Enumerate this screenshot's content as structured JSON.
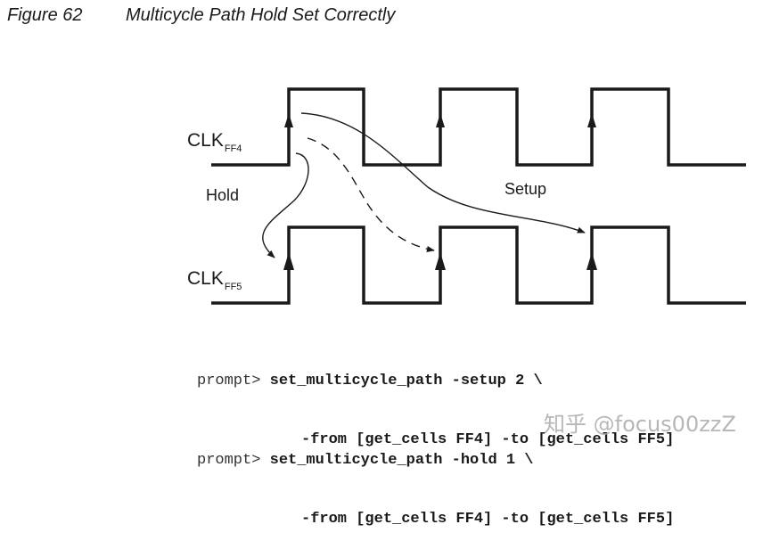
{
  "figure": {
    "number": "Figure 62",
    "title": "Multicycle Path Hold Set Correctly"
  },
  "signals": [
    {
      "name": "CLK",
      "subscript": "FF4"
    },
    {
      "name": "CLK",
      "subscript": "FF5"
    }
  ],
  "annotations": {
    "hold": "Hold",
    "setup": "Setup"
  },
  "commands": [
    {
      "prompt": "prompt>",
      "line1": "set_multicycle_path -setup 2 \\",
      "line2": "-from [get_cells FF4] -to [get_cells FF5]"
    },
    {
      "prompt": "prompt>",
      "line1": "set_multicycle_path -hold 1 \\",
      "line2": "-from [get_cells FF4] -to [get_cells FF5]"
    }
  ],
  "watermark": "知乎 @focus00zzZ",
  "colors": {
    "ink": "#1a1a1a",
    "background": "#ffffff"
  }
}
